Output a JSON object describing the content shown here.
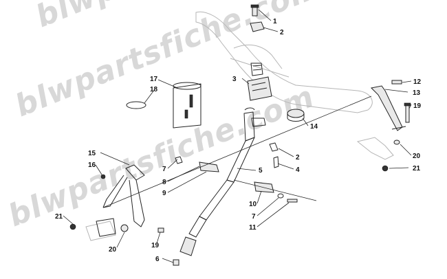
{
  "diagram": {
    "watermark_text": "blwpartsfiche.com",
    "callouts": [
      "1",
      "2",
      "3",
      "17",
      "18",
      "12",
      "13",
      "19",
      "14",
      "2",
      "4",
      "5",
      "15",
      "16",
      "7",
      "8",
      "9",
      "10",
      "7",
      "11",
      "21",
      "20",
      "19",
      "6",
      "20",
      "21"
    ]
  }
}
